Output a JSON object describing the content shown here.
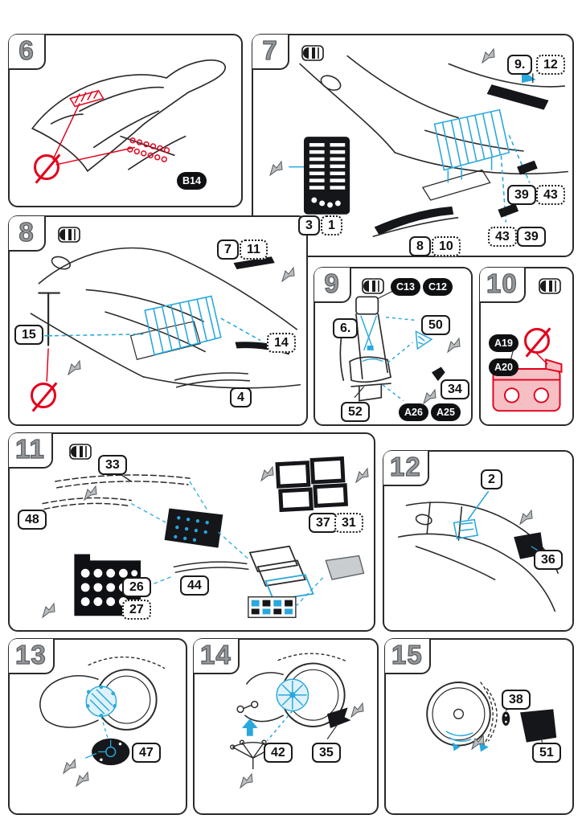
{
  "doc": {
    "type": "model-kit-photoetch-assembly-instructions",
    "colors": {
      "ink": "#2a2a2a",
      "pe_blue": "#29a8dc",
      "red": "#e3001b",
      "step_gray": "#96999c"
    }
  },
  "icons": {
    "bend_tool": "bend-tool-icon",
    "glue": "glue-symbol-icon",
    "arrow": "bend-arrow-icon"
  },
  "panels": {
    "p6": {
      "step": "6",
      "badges": {
        "b14": "B14"
      }
    },
    "p7": {
      "step": "7",
      "callouts": {
        "n9": "9.",
        "n12": "12",
        "n39a": "39",
        "n43a": "43",
        "n43b": "43",
        "n39b": "39",
        "n8": "8",
        "n10": "10",
        "n3": "3",
        "n1": "1"
      }
    },
    "p8": {
      "step": "8",
      "callouts": {
        "n7": "7",
        "n11": "11",
        "n15": "15",
        "n14": "14",
        "n4": "4"
      }
    },
    "p9": {
      "step": "9",
      "badges": {
        "c13": "C13",
        "c12": "C12",
        "a26": "A26",
        "a25": "A25"
      },
      "callouts": {
        "n50": "50",
        "n6": "6.",
        "n34": "34",
        "n52": "52"
      }
    },
    "p10": {
      "step": "10",
      "badges": {
        "a19": "A19",
        "a20": "A20"
      }
    },
    "p11": {
      "step": "11",
      "callouts": {
        "n33": "33",
        "n48": "48",
        "n26": "26",
        "n27": "27",
        "n44": "44",
        "n37": "37",
        "n31": "31"
      }
    },
    "p12": {
      "step": "12",
      "callouts": {
        "n2": "2",
        "n36": "36"
      }
    },
    "p13": {
      "step": "13",
      "callouts": {
        "n47": "47"
      }
    },
    "p14": {
      "step": "14",
      "callouts": {
        "n42": "42",
        "n35": "35"
      }
    },
    "p15": {
      "step": "15",
      "callouts": {
        "n38": "38",
        "n51": "51"
      }
    }
  }
}
